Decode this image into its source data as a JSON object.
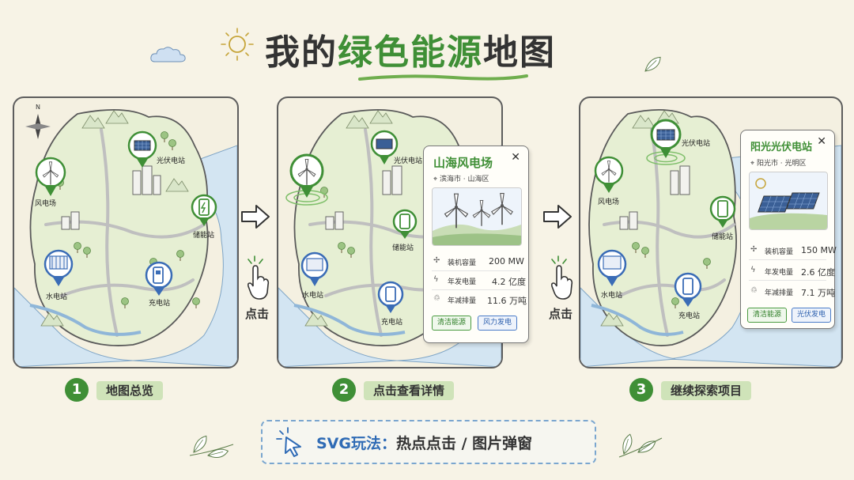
{
  "title": {
    "part1": "我的",
    "highlight": "绿色能源",
    "part2": "地图"
  },
  "compass": {
    "north": "N"
  },
  "map_labels": {
    "wind": "风电场",
    "solar": "光伏电站",
    "storage": "储能站",
    "hydro": "水电站",
    "charging": "充电站"
  },
  "click_label": "点击",
  "popup_wind": {
    "title": "山海风电场",
    "location": "滨海市 · 山海区",
    "close": "✕",
    "rows": [
      {
        "label": "装机容量",
        "value": "200 MW"
      },
      {
        "label": "年发电量",
        "value": "4.2 亿度"
      },
      {
        "label": "年减排量",
        "value": "11.6 万吨"
      }
    ],
    "tags": [
      "清洁能源",
      "风力发电"
    ]
  },
  "popup_solar": {
    "title": "阳光光伏电站",
    "location": "阳光市 · 光明区",
    "close": "✕",
    "rows": [
      {
        "label": "装机容量",
        "value": "150 MW"
      },
      {
        "label": "年发电量",
        "value": "2.6 亿度"
      },
      {
        "label": "年减排量",
        "value": "7.1 万吨"
      }
    ],
    "tags": [
      "清洁能源",
      "光伏发电"
    ]
  },
  "steps": [
    {
      "num": "1",
      "label": "地图总览"
    },
    {
      "num": "2",
      "label": "点击查看详情"
    },
    {
      "num": "3",
      "label": "继续探索项目"
    }
  ],
  "banner": {
    "svg": "SVG玩法：",
    "text": "热点点击 / 图片弹窗"
  },
  "colors": {
    "green": "#3f8f36",
    "light_green": "#cfe3b9",
    "blue": "#2f6bb5",
    "water": "#cfe2f0"
  }
}
